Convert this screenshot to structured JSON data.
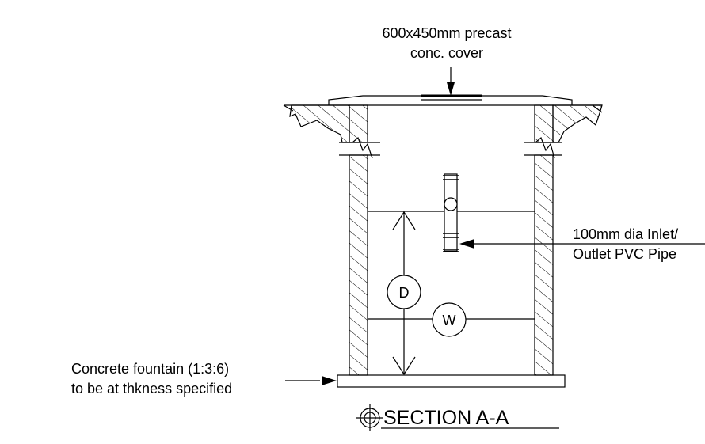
{
  "annotations": {
    "cover_line1": "600x450mm precast",
    "cover_line2": "conc. cover",
    "pipe_line1": "100mm dia Inlet/",
    "pipe_line2": "Outlet PVC Pipe",
    "base_line1": "Concrete fountain (1:3:6)",
    "base_line2": "to be at thkness specified"
  },
  "markers": {
    "depth": "D",
    "width": "W"
  },
  "section_title": "SECTION A-A"
}
